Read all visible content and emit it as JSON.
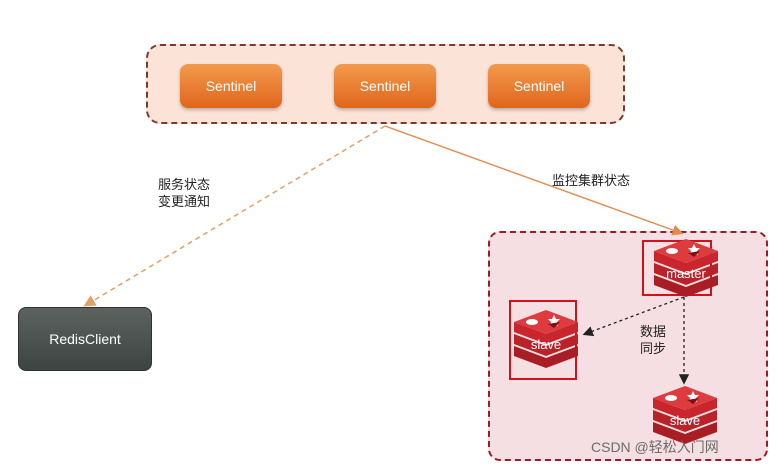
{
  "sentinels": [
    {
      "label": "Sentinel"
    },
    {
      "label": "Sentinel"
    },
    {
      "label": "Sentinel"
    }
  ],
  "client": {
    "label": "RedisClient"
  },
  "edges": {
    "notify_line1": "服务状态",
    "notify_line2": "变更通知",
    "monitor": "监控集群状态",
    "sync_line1": "数据",
    "sync_line2": "同步"
  },
  "nodes": {
    "master": "master",
    "slave_left": "slave",
    "slave_bottom": "slave"
  },
  "watermark": "CSDN @轻松入门网",
  "colors": {
    "sentinel_orange": "#e8772a",
    "group_border": "#7a3b2e",
    "cluster_border": "#9b1b28",
    "redis_red": "#c8262c",
    "client_dark": "#4a504d",
    "notify_arrow": "#e3a065",
    "monitor_arrow": "#e48a4e"
  }
}
